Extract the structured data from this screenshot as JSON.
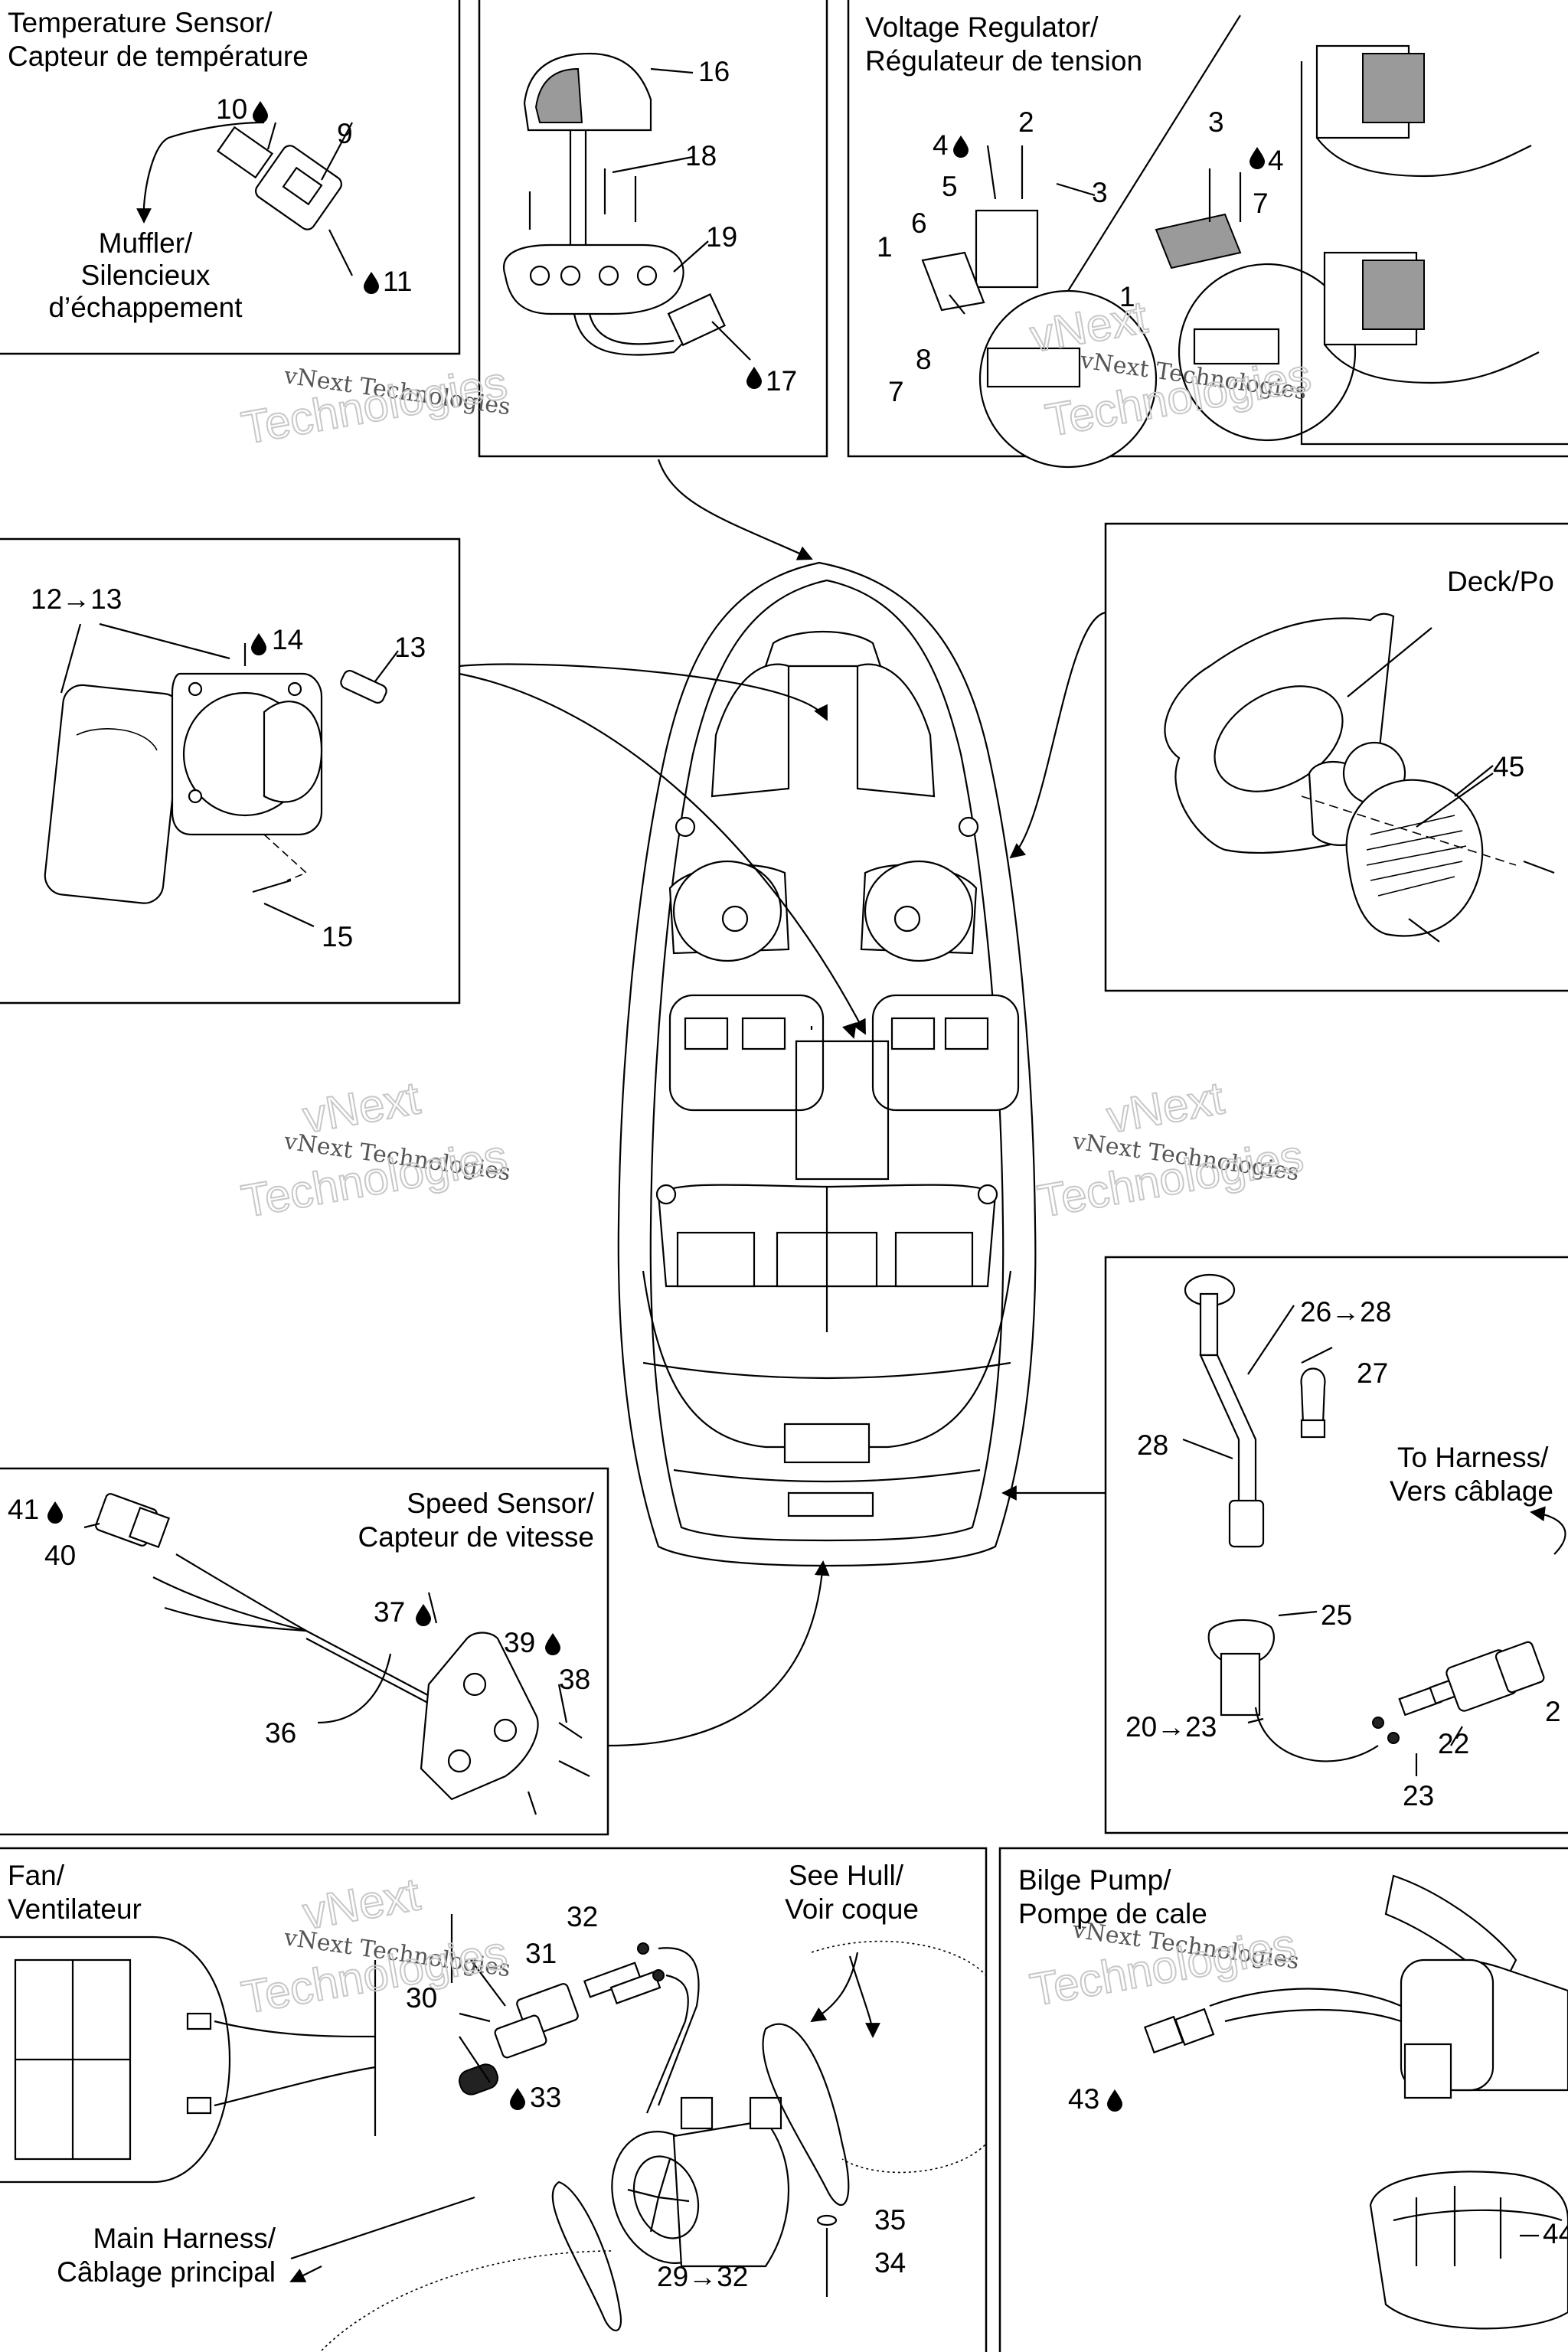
{
  "panels": {
    "temp_sensor": {
      "title_en": "Temperature Sensor/",
      "title_fr": "Capteur de température",
      "callouts": [
        "10",
        "9",
        "11"
      ],
      "note": [
        "Muffler/",
        "Silencieux",
        "d’échappement"
      ]
    },
    "light": {
      "callouts": [
        "16",
        "18",
        "19",
        "17"
      ]
    },
    "voltage_regulator": {
      "title_en": "Voltage Regulator/",
      "title_fr": "Régulateur de tension",
      "callouts": [
        "4",
        "2",
        "5",
        "3",
        "6",
        "1",
        "8",
        "7",
        "3",
        "4",
        "7",
        "1"
      ]
    },
    "instrument": {
      "callouts": [
        "12→13",
        "14",
        "13",
        "15"
      ]
    },
    "horn": {
      "title": "Deck/Po",
      "callouts": [
        "45"
      ]
    },
    "speed_sensor": {
      "title_en": "Speed Sensor/",
      "title_fr": "Capteur de vitesse",
      "callouts": [
        "41",
        "40",
        "37",
        "39",
        "38",
        "36"
      ]
    },
    "gauge_light": {
      "callouts": [
        "26→28",
        "27",
        "28",
        "25",
        "20→23",
        "2",
        "22",
        "23"
      ],
      "note": [
        "To Harness/",
        "Vers câblage"
      ]
    },
    "fan": {
      "title_en": "Fan/",
      "title_fr": "Ventilateur",
      "callouts": [
        "32",
        "31",
        "30",
        "33",
        "35",
        "34",
        "29→32"
      ],
      "note_hull": [
        "See Hull/",
        "Voir coque"
      ],
      "note_harness": [
        "Main Harness/",
        "Câblage principal"
      ]
    },
    "bilge": {
      "title_en": "Bilge Pump/",
      "title_fr": "Pompe de cale",
      "callouts": [
        "43",
        "44"
      ]
    }
  },
  "watermark": {
    "line1": "vNext Technologies",
    "line2": "Technologies",
    "line3": "vNext"
  },
  "colors": {
    "line": "#000000",
    "background": "#ffffff",
    "watermark": "#c8c8c8"
  }
}
